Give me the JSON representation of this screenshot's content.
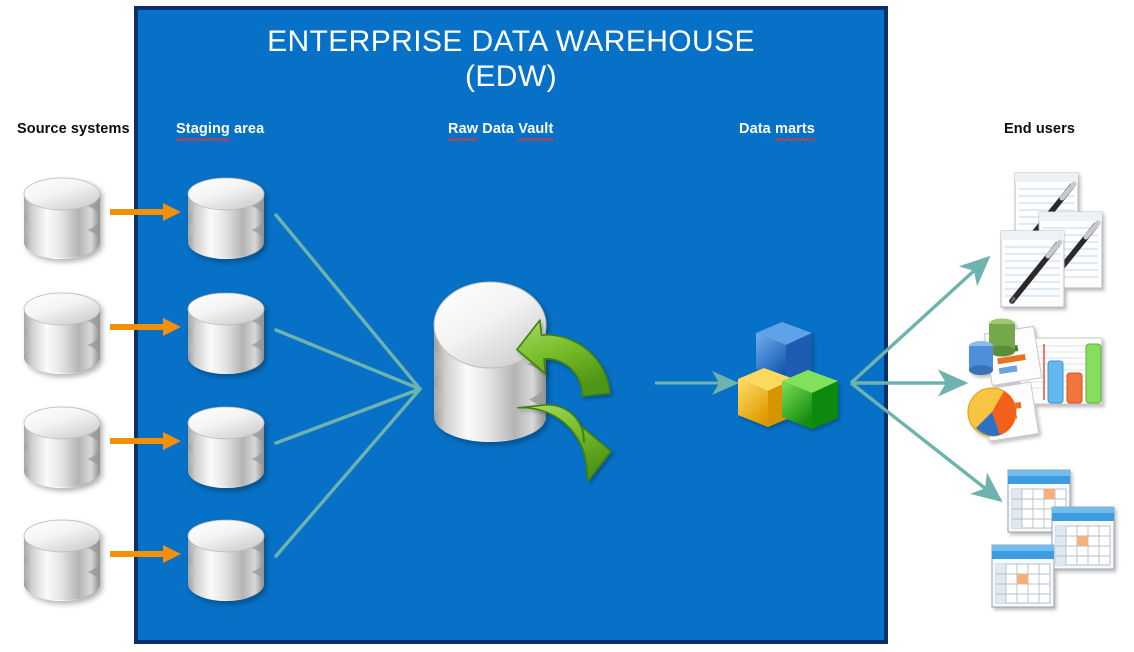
{
  "diagram": {
    "title": "Enterprise Data Warehouse (EDW) architecture",
    "panel_title": "ENTERPRISE DATA WAREHOUSE\n(EDW)",
    "colors": {
      "panel_blue": "#0671C6",
      "panel_border_navy": "#0A2F6B",
      "flow_orange": "#F2900A",
      "connector_teal": "#6FB3AE",
      "cube_blue": "#2A73CC",
      "cube_yellow": "#F2B705",
      "cube_green": "#2FA524",
      "sync_green": "#6CB52D",
      "label_dark": "#0D0D0D",
      "label_light": "#FFFFFF",
      "spellcheck_red": "#E3342F",
      "cylinder_silver": "#C8C8C8"
    },
    "labels": {
      "source_systems": "Source systems",
      "staging_area": "Staging area",
      "raw_data_vault": "Raw Data Vault",
      "data_marts": "Data marts",
      "end_users": "End users"
    },
    "label_spellcheck": {
      "staging_area": [
        "Staging"
      ],
      "raw_data_vault": [
        "Raw",
        "Vault"
      ],
      "data_marts": [
        "marts"
      ]
    },
    "source_systems": {
      "count": 4,
      "icon": "database-cylinder-icon",
      "items": [
        {
          "index": 1,
          "name": "source-system-1"
        },
        {
          "index": 2,
          "name": "source-system-2"
        },
        {
          "index": 3,
          "name": "source-system-3"
        },
        {
          "index": 4,
          "name": "source-system-4"
        }
      ]
    },
    "staging_area": {
      "count": 4,
      "icon": "database-cylinder-icon",
      "items": [
        {
          "index": 1,
          "name": "staging-database-1"
        },
        {
          "index": 2,
          "name": "staging-database-2"
        },
        {
          "index": 3,
          "name": "staging-database-3"
        },
        {
          "index": 4,
          "name": "staging-database-4"
        }
      ]
    },
    "raw_data_vault": {
      "icon": "database-sync-icon",
      "description": "Large database cylinder with green circular sync arrows"
    },
    "data_marts": {
      "icon": "three-cubes-icon",
      "cubes": [
        "blue",
        "yellow",
        "green"
      ]
    },
    "end_users": {
      "items": [
        {
          "name": "reports",
          "icon": "documents-with-pen-icon",
          "count": 3
        },
        {
          "name": "analytics",
          "icon": "charts-icon",
          "count": 3
        },
        {
          "name": "spreadsheets",
          "icon": "spreadsheet-tables-icon",
          "count": 3
        }
      ]
    },
    "flows": {
      "source_to_staging": {
        "count": 4,
        "style": "orange-arrow"
      },
      "staging_to_vault": {
        "count": 4,
        "style": "teal-line"
      },
      "vault_to_marts": {
        "count": 1,
        "style": "teal-arrow"
      },
      "marts_to_users": {
        "count": 3,
        "style": "teal-arrow"
      }
    }
  }
}
